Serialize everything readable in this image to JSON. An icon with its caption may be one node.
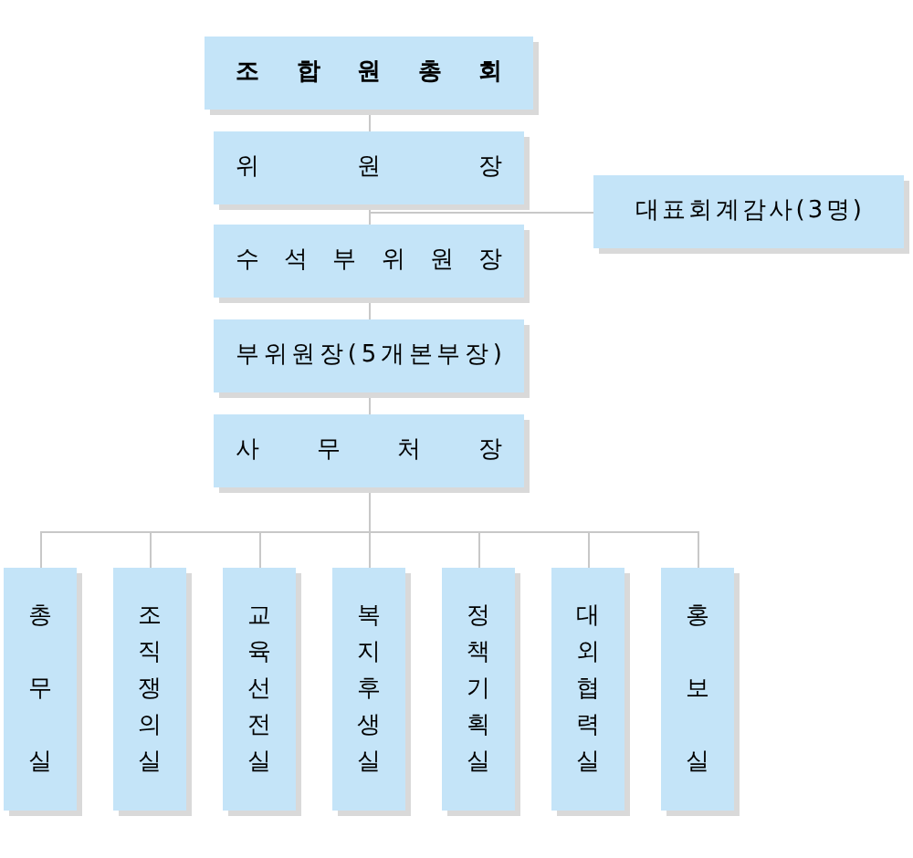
{
  "diagram": {
    "nodes": [
      {
        "text": [
          "조합원총회"
        ]
      },
      {
        "text": [
          "위원장"
        ]
      },
      {
        "text": [
          "대표회계감사(3명)"
        ]
      },
      {
        "text": [
          "수석부위원장"
        ]
      },
      {
        "text": [
          "부위원장(5개본부장)"
        ]
      },
      {
        "text": [
          "사무처장"
        ]
      },
      {
        "text": [
          "총무실"
        ]
      },
      {
        "text": [
          "조직쟁의실"
        ]
      },
      {
        "text": [
          "교육선전실"
        ]
      },
      {
        "text": [
          "복지후생실"
        ]
      },
      {
        "text": [
          "정책기획실"
        ]
      },
      {
        "text": [
          "대외협력실"
        ]
      },
      {
        "text": [
          "홍보실"
        ]
      }
    ],
    "edges": [
      {
        "from": 0,
        "to": 1,
        "arrow": "none"
      },
      {
        "from": 1,
        "to": 2,
        "arrow": "none"
      },
      {
        "from": 1,
        "to": 3,
        "arrow": "none"
      },
      {
        "from": 3,
        "to": 4,
        "arrow": "none"
      },
      {
        "from": 4,
        "to": 5,
        "arrow": "none"
      },
      {
        "from": 5,
        "to": 6,
        "arrow": "none"
      },
      {
        "from": 5,
        "to": 7,
        "arrow": "none"
      },
      {
        "from": 5,
        "to": 8,
        "arrow": "none"
      },
      {
        "from": 5,
        "to": 9,
        "arrow": "none"
      },
      {
        "from": 5,
        "to": 10,
        "arrow": "none"
      },
      {
        "from": 5,
        "to": 11,
        "arrow": "none"
      },
      {
        "from": 5,
        "to": 12,
        "arrow": "none"
      }
    ]
  }
}
